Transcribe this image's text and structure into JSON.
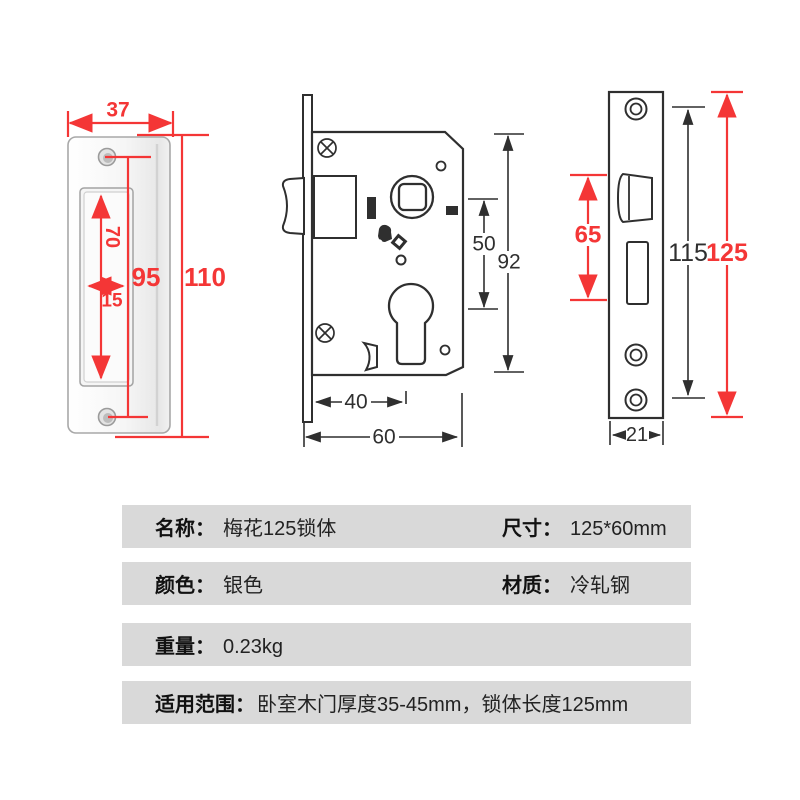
{
  "diagrams": {
    "strike_plate": {
      "width": "37",
      "slot_height": "70",
      "slot_width": "15",
      "hole_spacing": "95",
      "height": "110"
    },
    "lock_body": {
      "backset": "40",
      "width": "60",
      "centers": "50",
      "height": "92"
    },
    "faceplate": {
      "bolt_span": "65",
      "screw_span": "115",
      "length": "125",
      "width": "21"
    }
  },
  "spec_table": {
    "rows": [
      {
        "label": "名称：",
        "value": "梅花125锁体",
        "label2": "尺寸：",
        "value2": "125*60mm"
      },
      {
        "label": "颜色：",
        "value": "银色",
        "label2": "材质：",
        "value2": "冷轧钢"
      },
      {
        "label": "重量：",
        "value": "0.23kg"
      },
      {
        "label": "适用范围：",
        "value": "卧室木门厚度35-45mm，锁体长度125mm"
      }
    ]
  },
  "colors": {
    "dimension_red": "#f43636",
    "line_dark": "#2f2f2f",
    "row_background": "#d9d9d9"
  }
}
